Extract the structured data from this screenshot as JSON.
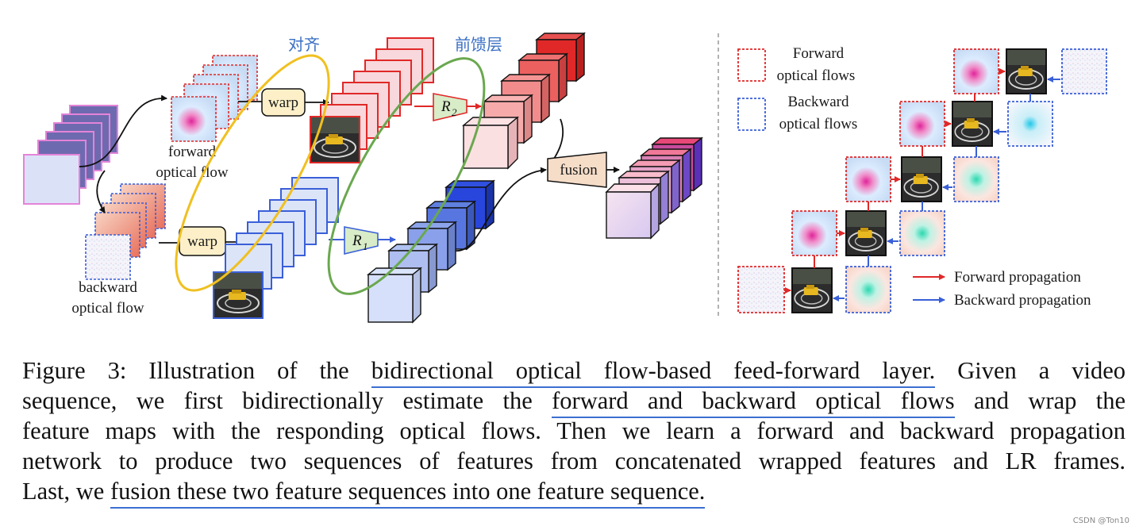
{
  "figure": {
    "annotation_align": "对齐",
    "annotation_ffn": "前馈层",
    "warp_label": "warp",
    "fusion_label": "fusion",
    "r1_main": "R",
    "r1_sub": "1",
    "r2_main": "R",
    "r2_sub": "2",
    "forward_flow_line1": "forward",
    "forward_flow_line2": "optical flow",
    "backward_flow_line1": "backward",
    "backward_flow_line2": "optical flow"
  },
  "legend": {
    "forward_flows_line1": "Forward",
    "forward_flows_line2": "optical flows",
    "backward_flows_line1": "Backward",
    "backward_flows_line2": "optical flows",
    "forward_propagation": "Forward propagation",
    "backward_propagation": "Backward propagation"
  },
  "colors": {
    "forward": "#e02828",
    "backward": "#3a5fd8",
    "ellipse_align": "#f0c020",
    "ellipse_ffn": "#6aa84f",
    "underline": "#3b6fd0"
  },
  "caption": {
    "line1_a": "Figure 3: Illustration of the ",
    "line1_u": "bidirectional optical flow-based feed-forward layer.",
    "line1_b": "  Given a video",
    "line2_a": "sequence, we first bidirectionally estimate the ",
    "line2_u": "forward and backward optical flows",
    "line2_b": " and wrap the",
    "line3": "feature maps with the responding optical flows. Then we learn a forward and backward propagation",
    "line4": "network to produce two sequences of features from concatenated wrapped features and LR frames.",
    "line5_a": "Last, we ",
    "line5_u": "fusion these two feature sequences into one feature sequence."
  },
  "watermark": "CSDN @Ton10"
}
